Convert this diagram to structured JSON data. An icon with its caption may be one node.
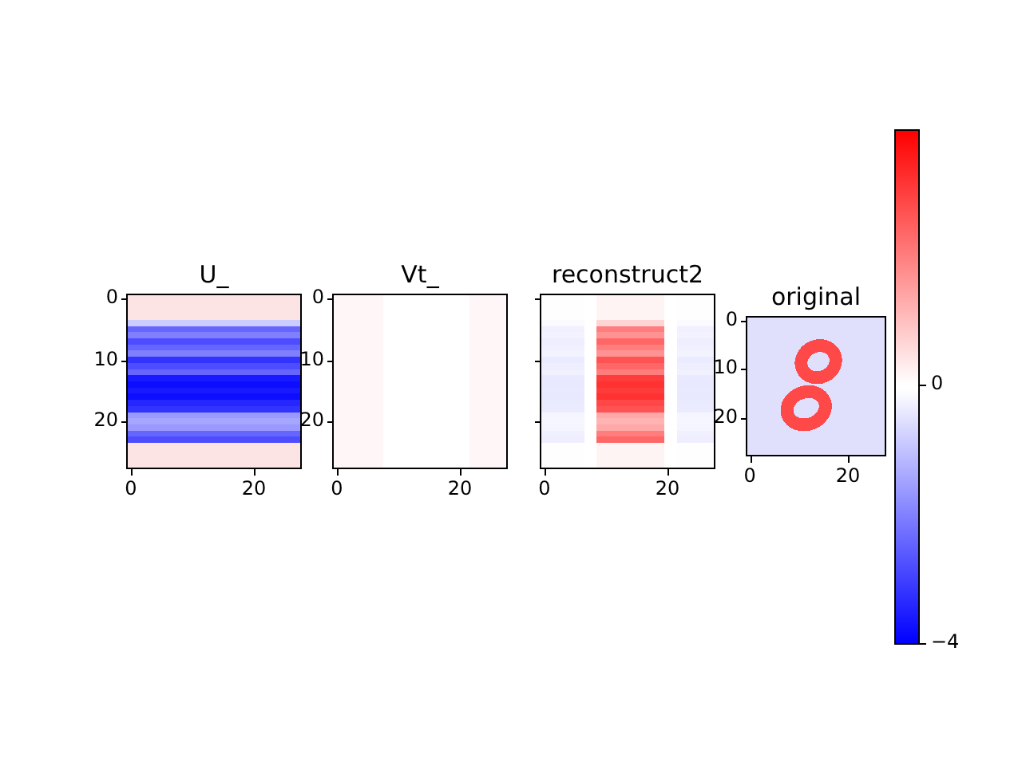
{
  "diagram": {
    "nodes": [
      {
        "text": [
          "U_"
        ]
      },
      {
        "text": [
          "Vt_"
        ]
      },
      {
        "text": [
          "reconstruct2"
        ]
      },
      {
        "text": [
          "original"
        ]
      }
    ],
    "labels": [
      "0",
      "10",
      "20",
      "0",
      "20",
      "0",
      "10",
      "20",
      "0",
      "20",
      "0",
      "20",
      "0",
      "10",
      "20",
      "0",
      "20",
      "0",
      "−4"
    ]
  }
}
